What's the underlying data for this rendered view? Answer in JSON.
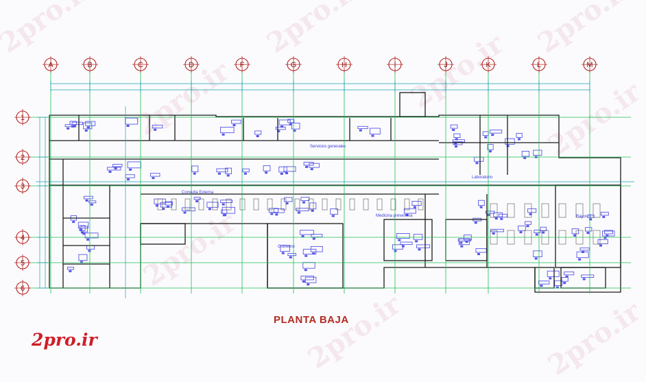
{
  "drawing": {
    "title": "PLANTA BAJA",
    "brand": "2pro.ir",
    "watermark": "2pro.ir",
    "column_axes": [
      "A",
      "B",
      "C",
      "D",
      "F",
      "G",
      "H",
      "I",
      "J",
      "K",
      "L",
      "M"
    ],
    "row_axes": [
      "1",
      "2",
      "3",
      "4",
      "5",
      "6"
    ],
    "room_labels": {
      "servicios": "Servicios generales",
      "consulta": "Consulta Externa",
      "medicina": "Medicina preventiva",
      "gobierno": "Gobierno",
      "rayos": "Rayos X",
      "laboratorio": "Laboratorio"
    },
    "colors": {
      "walls": "#1a1a1a",
      "grid": "#18c050",
      "axis_bubble": "#b32020",
      "dimension": "#1aa0b0",
      "furniture": "#5555e8",
      "title": "#b22b22",
      "brand": "#cf1e2a"
    }
  }
}
